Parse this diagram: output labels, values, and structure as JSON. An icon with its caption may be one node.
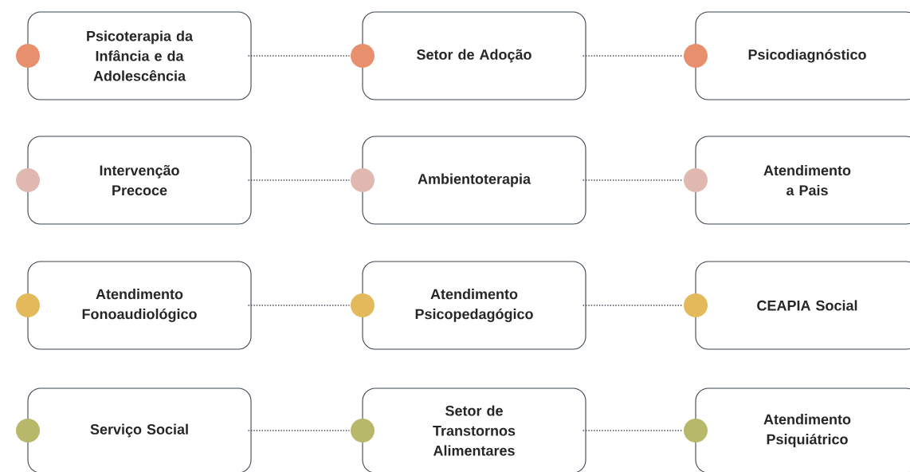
{
  "diagram": {
    "nodes": [
      {
        "text": [
          "Psicoterapia da Infância e da Adolescência"
        ]
      },
      {
        "text": [
          "Setor de Adoção"
        ]
      },
      {
        "text": [
          "Psicodiagnóstico"
        ]
      },
      {
        "text": [
          "Intervenção Precoce"
        ]
      },
      {
        "text": [
          "Ambientoterapia"
        ]
      },
      {
        "text": [
          "Atendimento a Pais"
        ]
      },
      {
        "text": [
          "Atendimento Fonoaudiológico"
        ]
      },
      {
        "text": [
          "Atendimento Psicopedagógico"
        ]
      },
      {
        "text": [
          "CEAPIA Social"
        ]
      },
      {
        "text": [
          "Serviço Social"
        ]
      },
      {
        "text": [
          "Setor de Transtornos Alimentares"
        ]
      },
      {
        "text": [
          "Atendimento Psiquiátrico"
        ]
      }
    ],
    "edges": [
      {
        "from": 0,
        "to": 1,
        "arrow": "none"
      },
      {
        "from": 1,
        "to": 2,
        "arrow": "none"
      },
      {
        "from": 3,
        "to": 4,
        "arrow": "none"
      },
      {
        "from": 4,
        "to": 5,
        "arrow": "none"
      },
      {
        "from": 6,
        "to": 7,
        "arrow": "none"
      },
      {
        "from": 7,
        "to": 8,
        "arrow": "none"
      },
      {
        "from": 9,
        "to": 10,
        "arrow": "none"
      },
      {
        "from": 10,
        "to": 11,
        "arrow": "none"
      }
    ]
  }
}
